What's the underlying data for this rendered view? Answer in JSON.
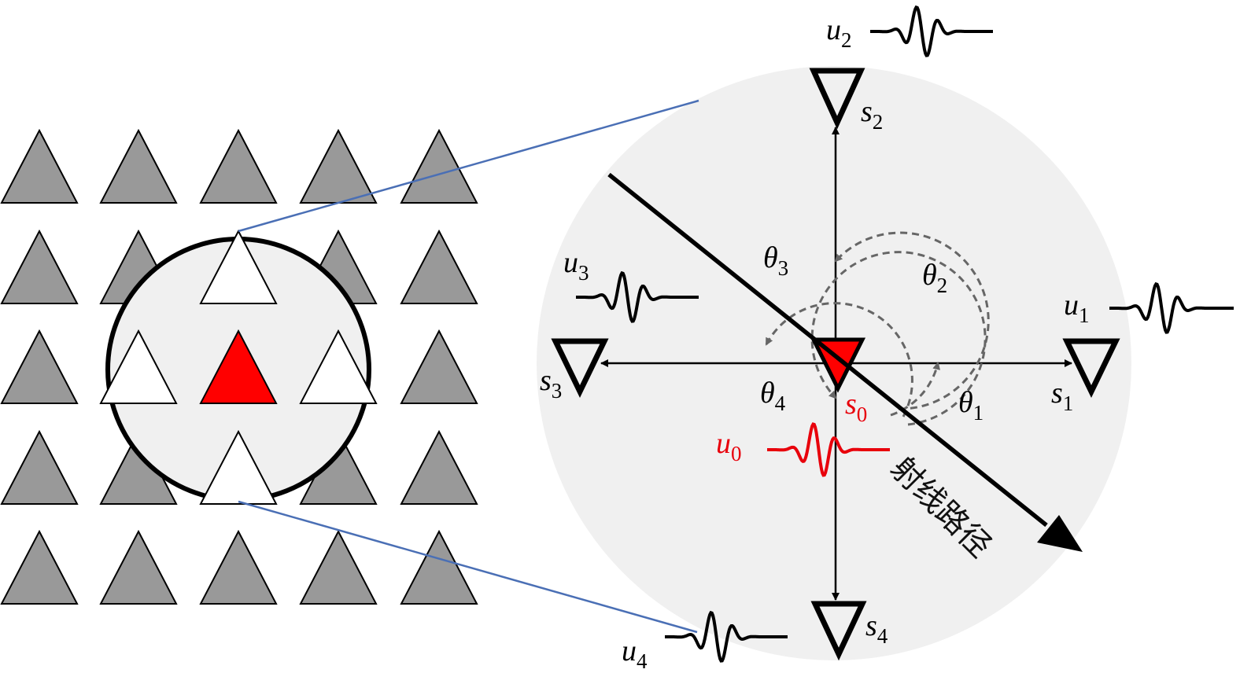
{
  "colors": {
    "grid_station": "#999999",
    "selected_station": "#ffffff",
    "center_station": "#ff0000",
    "zoom_circle": "#f0f0f0",
    "connector_line": "#4a6fb5",
    "angle_arc": "#666666",
    "center_wave": "#e8000b"
  },
  "labels": {
    "s1": {
      "main": "s",
      "sub": "1"
    },
    "s2": {
      "main": "s",
      "sub": "2"
    },
    "s3": {
      "main": "s",
      "sub": "3"
    },
    "s4": {
      "main": "s",
      "sub": "4"
    },
    "s0": {
      "main": "s",
      "sub": "0"
    },
    "u1": {
      "main": "u",
      "sub": "1"
    },
    "u2": {
      "main": "u",
      "sub": "2"
    },
    "u3": {
      "main": "u",
      "sub": "3"
    },
    "u4": {
      "main": "u",
      "sub": "4"
    },
    "u0": {
      "main": "u",
      "sub": "0"
    },
    "theta1": {
      "main": "θ",
      "sub": "1"
    },
    "theta2": {
      "main": "θ",
      "sub": "2"
    },
    "theta3": {
      "main": "θ",
      "sub": "3"
    },
    "theta4": {
      "main": "θ",
      "sub": "4"
    },
    "ray_path": "射线路径"
  }
}
